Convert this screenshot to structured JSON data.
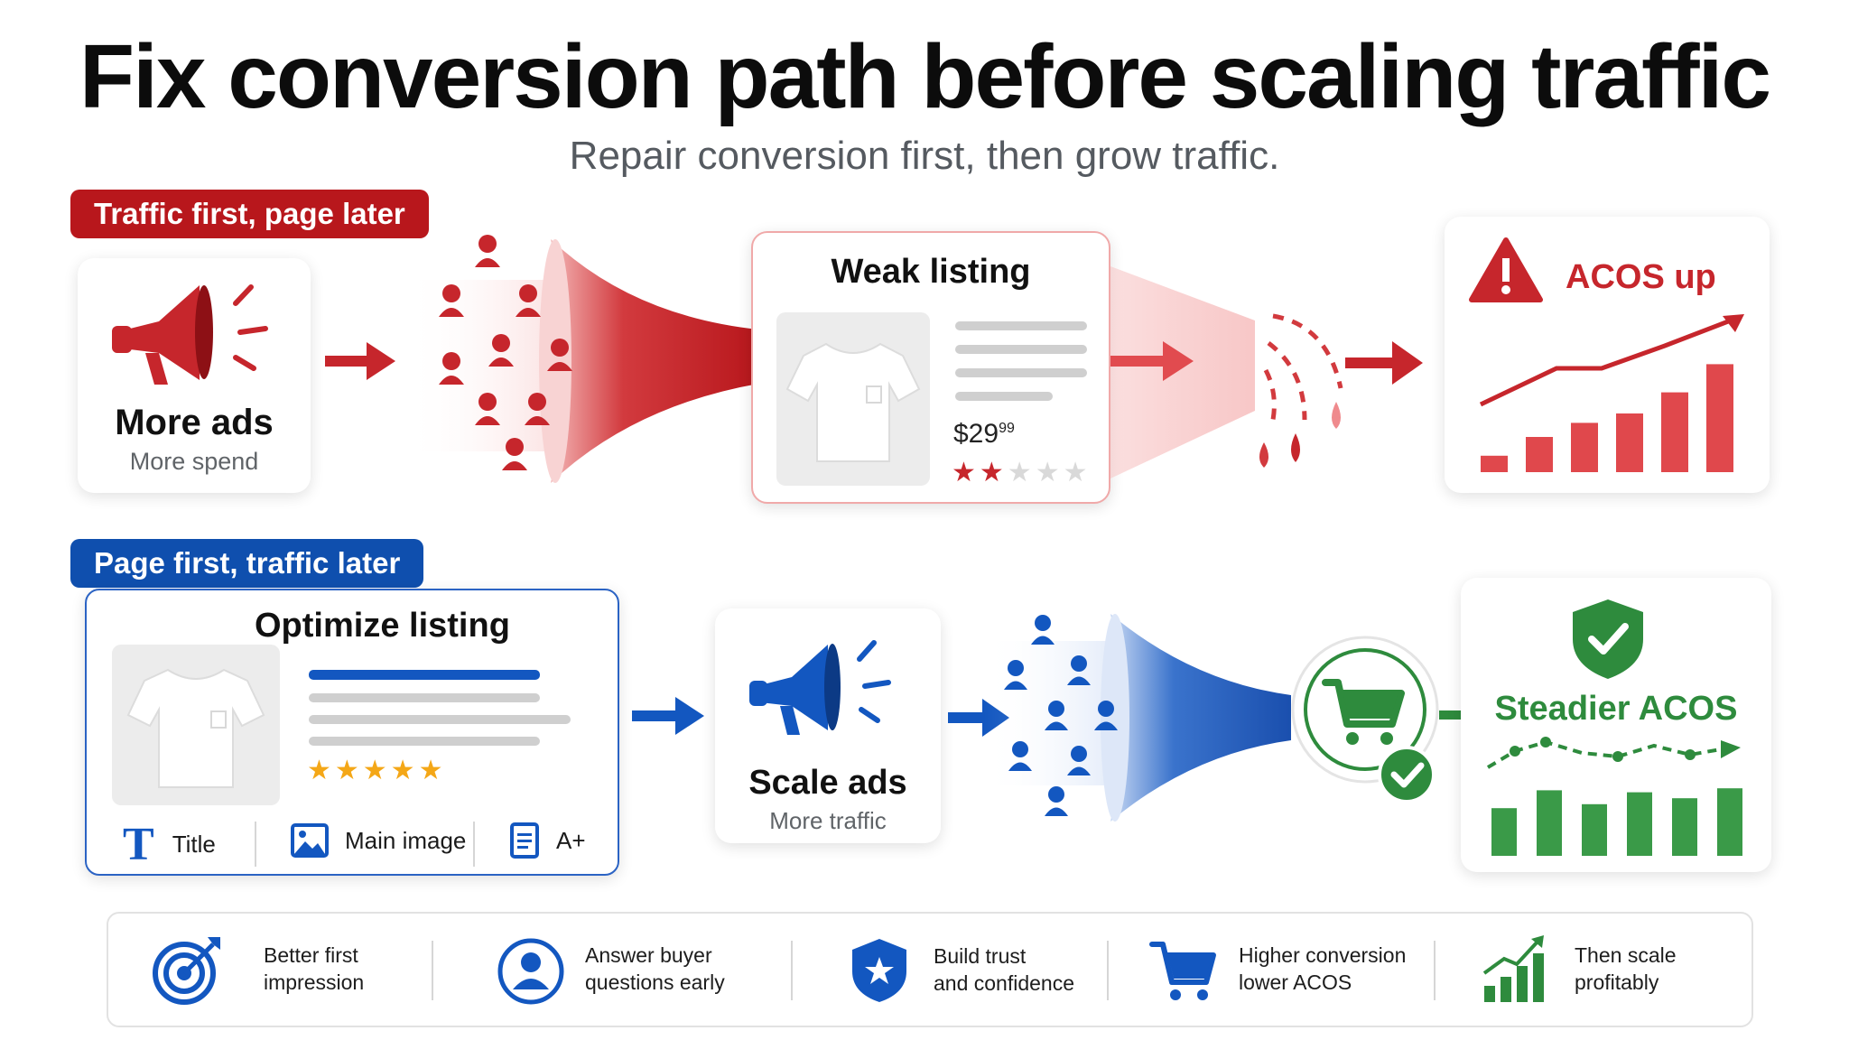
{
  "header": {
    "title": "Fix conversion path before scaling traffic",
    "subtitle": "Repair conversion first, then grow traffic."
  },
  "colors": {
    "red": "#c6262c",
    "blue": "#1357c0",
    "green": "#2e8b3d",
    "gray": "#cfcfcf"
  },
  "top_flow": {
    "tag": "Traffic first, page later",
    "ads_card": {
      "label": "More ads",
      "sub": "More spend",
      "icon": "megaphone-icon"
    },
    "listing_card": {
      "title": "Weak listing",
      "price_main": "$29",
      "price_cents": "99",
      "rating": 2,
      "rating_max": 5
    },
    "result_card": {
      "label": "ACOS up",
      "icon": "warning-icon",
      "bars": [
        14,
        30,
        42,
        50,
        68,
        92
      ]
    }
  },
  "bottom_flow": {
    "tag": "Page first, traffic later",
    "optimize_card": {
      "title": "Optimize listing",
      "rating": 5,
      "rating_max": 5,
      "tools": [
        {
          "label": "Title",
          "icon": "title-t-icon"
        },
        {
          "label": "Main image",
          "icon": "image-icon"
        },
        {
          "label": "A+",
          "icon": "document-icon"
        }
      ]
    },
    "scale_card": {
      "label": "Scale ads",
      "sub": "More traffic",
      "icon": "megaphone-icon"
    },
    "result_card": {
      "label": "Steadier ACOS",
      "icon": "shield-check-icon",
      "bars": [
        48,
        66,
        52,
        64,
        58,
        68
      ]
    }
  },
  "benefits": [
    {
      "line1": "Better first",
      "line2": "impression",
      "icon": "target-icon"
    },
    {
      "line1": "Answer buyer",
      "line2": "questions early",
      "icon": "user-icon"
    },
    {
      "line1": "Build trust",
      "line2": "and confidence",
      "icon": "shield-star-icon"
    },
    {
      "line1": "Higher conversion",
      "line2": "lower ACOS",
      "icon": "cart-icon"
    },
    {
      "line1": "Then scale",
      "line2": "profitably",
      "icon": "growth-chart-icon"
    }
  ]
}
